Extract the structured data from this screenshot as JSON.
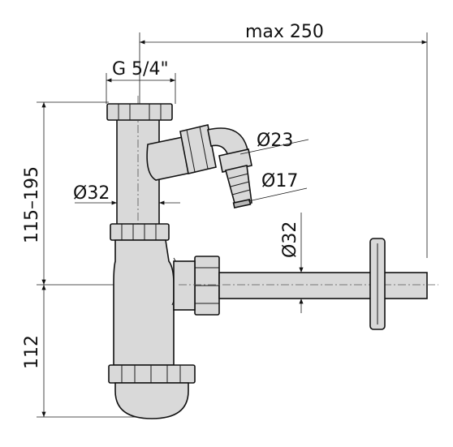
{
  "dimensions": {
    "max_length": "max 250",
    "thread": "G 5/4\"",
    "height_range": "115–195",
    "lower_height": "112",
    "hose_connector_large": "Ø23",
    "hose_connector_small": "Ø17",
    "vertical_pipe_diameter": "Ø32",
    "horizontal_pipe_diameter": "Ø32"
  },
  "colors": {
    "line": "#1a1a1a",
    "part_fill": "#d9d9d9",
    "background": "#ffffff"
  }
}
